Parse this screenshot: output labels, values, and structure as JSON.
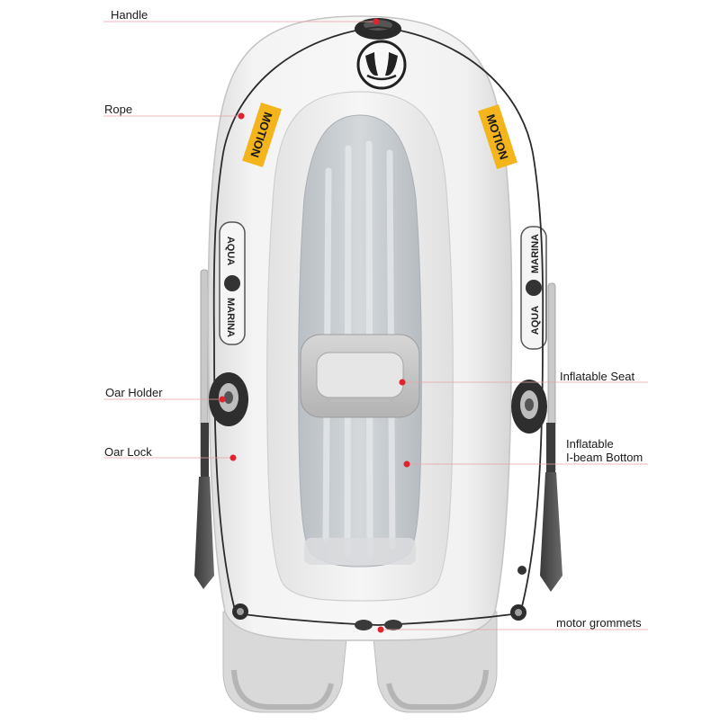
{
  "labels": {
    "handle": "Handle",
    "rope": "Rope",
    "oar_holder": "Oar Holder",
    "oar_lock": "Oar Lock",
    "inflatable_seat": "Inflatable Seat",
    "ibeam_bottom": "Inflatable\nI-beam Bottom",
    "motor_grommets": "motor grommets"
  },
  "decals": {
    "motion": "MOTION",
    "brand_line1": "AQUA",
    "brand_line2": "MARINA"
  },
  "colors": {
    "hull": "#efefef",
    "floor": "#c9ced2",
    "decal": "#f3b41c",
    "marker": "#e0232f",
    "leader": "#e9a0a6"
  }
}
